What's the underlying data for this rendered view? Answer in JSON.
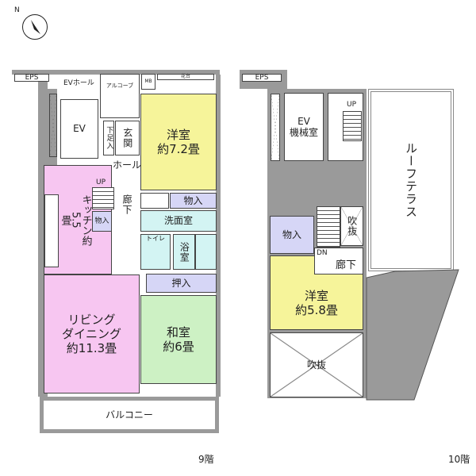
{
  "compass": {
    "label": "N"
  },
  "floor9": {
    "label": "9階",
    "rooms": {
      "eps": "EPS",
      "ev_hall": "EVホール",
      "ev": "EV",
      "alcove": "アルコーブ",
      "mb": "MB",
      "flower": "花台",
      "shoe": "下足入",
      "genkan": "玄関",
      "western": "洋室\n約7.2畳",
      "hall": "ホール",
      "up": "UP",
      "kitchen": "キッチン約\n5.5\n畳",
      "storage_small": "物入",
      "corridor": "廊下",
      "storage": "物入",
      "washroom": "洗面室",
      "toilet": "トイレ",
      "bath": "浴室",
      "closet": "押入",
      "living": "リビング\nダイニング\n約11.3畳",
      "japanese": "和室\n約6畳",
      "balcony": "バルコニー"
    }
  },
  "floor10": {
    "label": "10階",
    "rooms": {
      "eps": "EPS",
      "ev_machine": "EV\n機械室",
      "up": "UP",
      "roof_terrace": "ルーフテラス",
      "void_small": "吹抜",
      "storage": "物入",
      "dn": "DN",
      "corridor": "廊下",
      "western": "洋室\n約5.8畳",
      "void": "吹抜"
    }
  },
  "colors": {
    "western": "#f6f49a",
    "living": "#f7c6f1",
    "wet": "#d3f4f3",
    "storage": "#d6d6f6",
    "japanese": "#cdf1c4",
    "wall": "#9a9a9a"
  }
}
